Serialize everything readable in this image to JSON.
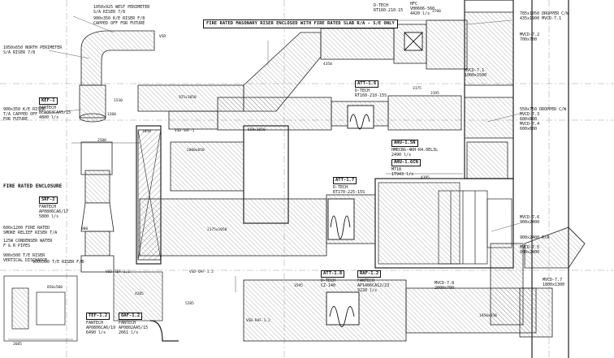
{
  "notes": {
    "riser_note": "FIRE RATED MASONARY\nRISER ENCLOSED WITH\nFIRE RATED SLAB\nR/A - S/E ONLY",
    "fire_enclosure": "FIRE RATED\nENCLOSURE",
    "west_perimeter": "1050x925 WEST PERIMETER\nS/A RISER 7/8",
    "capped_top": "900x350 K/E RISER F/8\nCAPPED OFF FOR FUTURE",
    "north_perimeter": "1050x650 NORTH PERIMETER\nS/A RISER 7/8",
    "ke_riser": "900x350 K/E RISER\nT/A CAPPED OFF\nFOR FUTURE",
    "fire_rated_600": "600x1200 FIRE RATED\nSMOKE RELIEF RISER T/A",
    "condenser": "125W CONDENSER WATER\nF & R PIPES",
    "te_riser": "900x500 T/E RISER\nVERTICAL DISCHARGE",
    "te_riser_fb": "900x500 T/E RISER F/B"
  },
  "equipment": [
    {
      "tag": "KEF-1",
      "lines": "FANTECH\nBFA063CAA5/15\n4800 l/s"
    },
    {
      "tag": "SRF-2",
      "lines": "FANTECH\nAP0806CA6/17\n5800 l/s"
    },
    {
      "tag": "ATT-1.6",
      "lines": "D-TECH\nRT160-210-15S"
    },
    {
      "tag": "ATT-1.7",
      "lines": "D-TECH\nRT170-225-15S"
    },
    {
      "tag": "ATT-1.8",
      "lines": "D-TECH\nCZ-140"
    },
    {
      "tag": "RAF-1.2",
      "lines": "FANTECH\nAP1406CA12/23\n9220 l/s"
    },
    {
      "tag": "AHU-1.5N",
      "lines": "HMECBG-4KH-R4.0EL3L\n2490 l/s"
    },
    {
      "tag": "AHU-1.6CN",
      "lines": "MT18\n1T943 l/s"
    },
    {
      "tag": "TEF-1.2",
      "lines": "FANTECH\nAP0806CA6/19\n6490 l/s"
    },
    {
      "tag": "OAF-1.2",
      "lines": "FANTECH\nAP0802AA5/15\n2661 l/s"
    }
  ],
  "top_labels": {
    "dtech_top": "D-TECH\nRT160-210-15",
    "hfc": "HFC\nVH0606-560\n4420 l/s",
    "dropper_top": "785x1050 DROPPER C/W\n435x1900 MVCD-7.1",
    "mvcd2": "MVCD-7.2\n700x700",
    "mvcd1": "MVCD-7.1\n1000x1500",
    "dropper_mid": "550x750 DROPPER C/W\nMVCD-7.3\n600x800\nMVCD-7.4\n600x600",
    "mvcd6": "MVCD-7.6\n900x2400",
    "r_a_label": "900x2400 R/A",
    "mvcd5": "MVCD-7.5\n900x2400",
    "mvcd7": "MVCD-7.7\n1800x1300",
    "mvcd8": "MVCD-7.8\n2000x700"
  },
  "dims": {
    "d1530": "1530",
    "d2500": "2500",
    "d3700": "3700",
    "d4395": "4395",
    "d3175": "3175",
    "d3195": "3195",
    "d1950": "1950x950",
    "d2175": "2175x1050",
    "d2000": "2000x650",
    "d850": "850x500",
    "d925": "925x1050",
    "d650": "650x1050",
    "d1200": "1200",
    "d1050": "1050",
    "d4350": "4350",
    "d3595": "3595",
    "d4205": "4205",
    "d5205": "5205",
    "d2685": "2685",
    "d900": "900"
  },
  "callouts": {
    "vsd_sa": "VSD-SRF-1",
    "vsd_raf": "VSD-RAF-1.2",
    "vsd_oaf": "VSD-OAF-1.2",
    "vsd_tef": "VSD-TEF-1.2",
    "vsd_d": "VSD"
  }
}
